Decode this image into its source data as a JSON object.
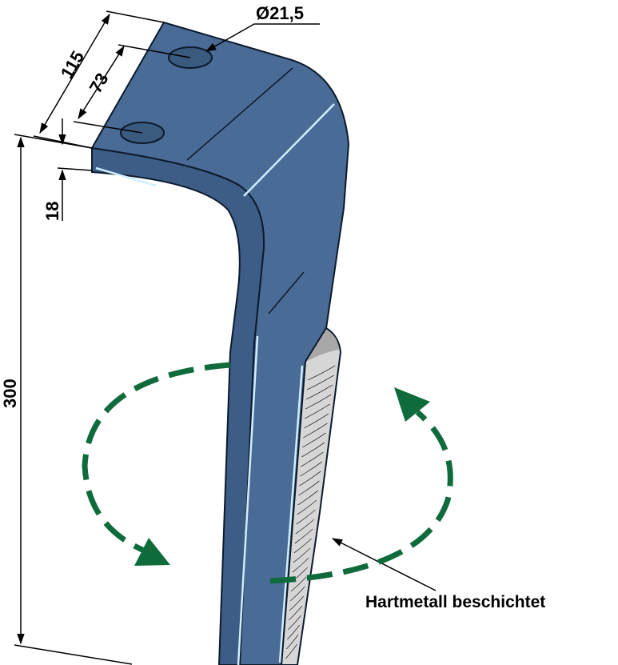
{
  "dimensions": {
    "width_total": "115",
    "hole_spacing": "73",
    "thickness": "18",
    "length": "300",
    "hole_diameter": "Ø21,5"
  },
  "annotation": {
    "coating_label": "Hartmetall beschichtet"
  },
  "colors": {
    "blade": "#4a6b96",
    "blade_side": "#3e5d86",
    "carbide": "#d6d6d6",
    "rotation_arrow": "#0f6b3b"
  }
}
